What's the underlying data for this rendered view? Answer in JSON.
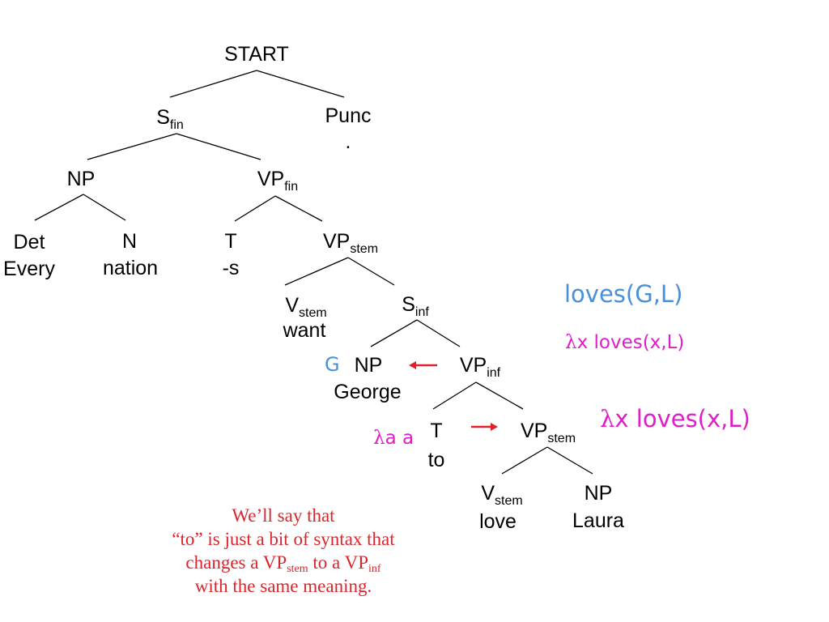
{
  "tree": {
    "start": "START",
    "s_fin": {
      "base": "S",
      "sub": "fin"
    },
    "punc": "Punc",
    "punc_word": ".",
    "np1": "NP",
    "vp_fin": {
      "base": "VP",
      "sub": "fin"
    },
    "det": "Det",
    "det_word": "Every",
    "n": "N",
    "n_word": "nation",
    "t1": "T",
    "t1_word": "-s",
    "vp_stem1": {
      "base": "VP",
      "sub": "stem"
    },
    "v_stem1": {
      "base": "V",
      "sub": "stem"
    },
    "v_stem1_word": "want",
    "s_inf": {
      "base": "S",
      "sub": "inf"
    },
    "np2": "NP",
    "np2_word": "George",
    "vp_inf": {
      "base": "VP",
      "sub": "inf"
    },
    "t2": "T",
    "t2_word": "to",
    "vp_stem2": {
      "base": "VP",
      "sub": "stem"
    },
    "v_stem2": {
      "base": "V",
      "sub": "stem"
    },
    "v_stem2_word": "love",
    "np3": "NP",
    "np3_word": "Laura"
  },
  "semantics": {
    "george": "G",
    "to_meaning": "a a",
    "s_inf_meaning": "loves(G,L)",
    "vp_inf_meaning": "x loves(x,L)",
    "vp_stem_meaning": "x loves(x,L)",
    "lambda": "λ"
  },
  "caption": {
    "line1": "We’ll say that",
    "line2": "“to” is just a bit of syntax that",
    "line3_pre": "changes a VP",
    "line3_sub1": "stem",
    "line3_mid": " to a VP",
    "line3_sub2": "inf",
    "line4": "with the same meaning."
  },
  "colors": {
    "semantic_blue": "#4a90d9",
    "semantic_magenta": "#e01ec8",
    "arrow_red": "#e0202a",
    "caption_red": "#d9262c"
  }
}
